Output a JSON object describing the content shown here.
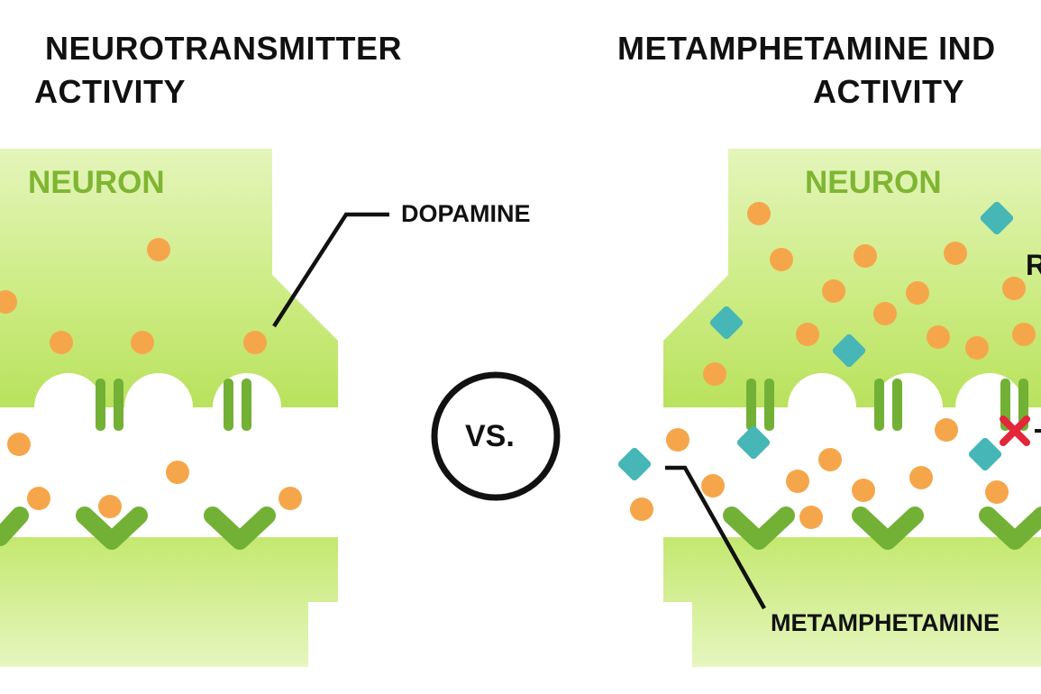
{
  "colors": {
    "neuron_fill": "#c4e870",
    "neuron_fill_light": "#e4f5bb",
    "receptor_green": "#72b135",
    "neuron_text": "#7fb532",
    "dopamine_orange": "#f6a64a",
    "meth_teal": "#46b7b6",
    "block_red": "#e3263a",
    "line_black": "#111111"
  },
  "left_panel": {
    "title_line1": "NEUROTRANSMITTER",
    "title_line2": "ACTIVITY",
    "neuron_label": "NEURON",
    "dopamine_label": "DOPAMINE"
  },
  "center": {
    "vs_label": "VS."
  },
  "right_panel": {
    "title_line1": "METAMPHETAMINE IND",
    "title_line2": "ACTIVITY",
    "neuron_label": "NEURON",
    "cut_label": "R",
    "meth_label": "METAMPHETAMINE",
    "block_icon": "x-mark-icon"
  }
}
